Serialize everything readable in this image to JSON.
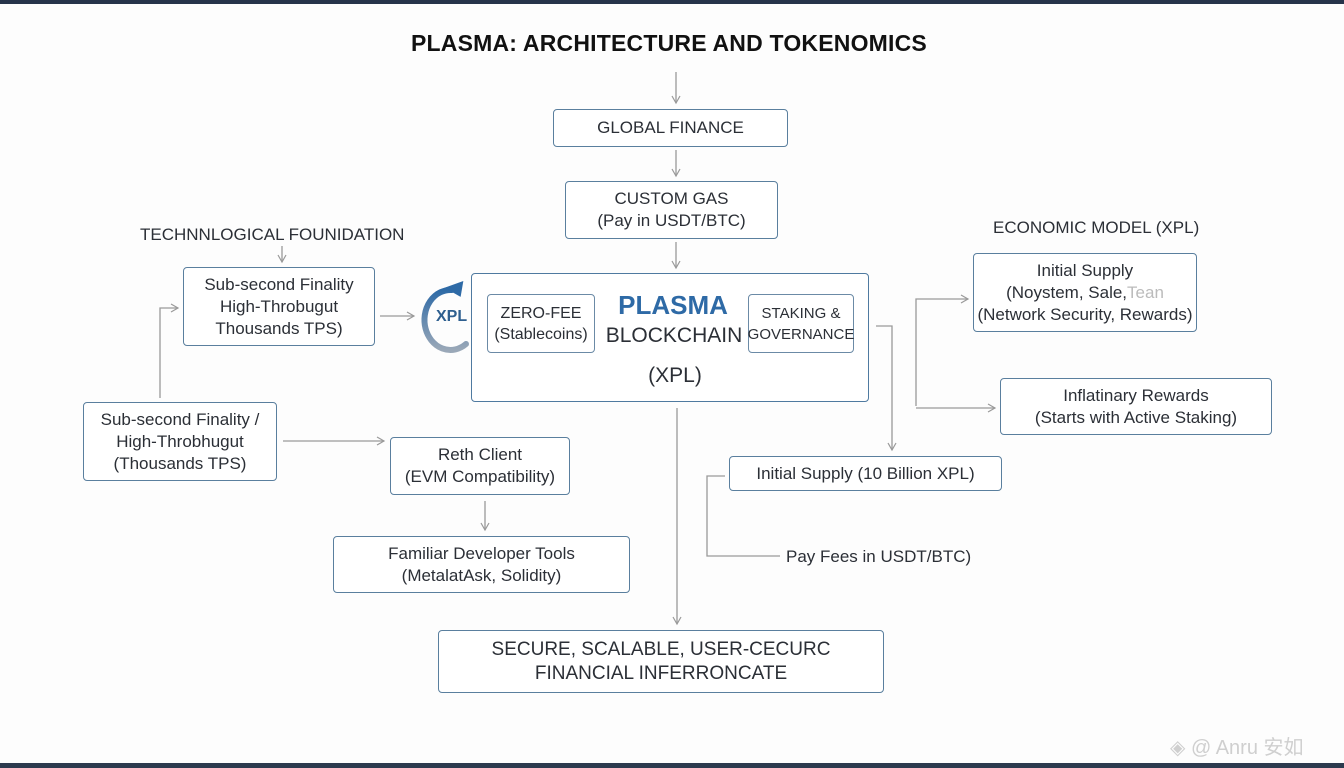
{
  "title": "PLASMA: ARCHITECTURE AND TOKENOMICS",
  "top_flow": {
    "global_finance": "GLOBAL FINANCE",
    "custom_gas": {
      "line1": "CUSTOM GAS",
      "line2": "(Pay in USDT/BTC)"
    }
  },
  "core": {
    "name": "PLASMA",
    "subtitle": "BLOCKCHAIN",
    "token": "(XPL)",
    "cycle_label": "XPL",
    "left_module": {
      "line1": "ZERO-FEE",
      "line2": "(Stablecoins)"
    },
    "right_module": {
      "line1": "STAKING &",
      "line2": "GOVERNANCE"
    }
  },
  "tech": {
    "heading": "TECHNNLOGICAL FOUNIDATION",
    "box1": {
      "line1": "Sub-second Finality",
      "line2": "High-Throbugut",
      "line3": "Thousands TPS)"
    },
    "box2": {
      "line1": "Sub-second Finality /",
      "line2": "High-Throbhugut",
      "line3": "(Thousands TPS)"
    },
    "reth": {
      "line1": "Reth Client",
      "line2": "(EVM Compatibility)"
    },
    "devtools": {
      "line1": "Familiar Developer Tools",
      "line2": "(MetalatAsk, Solidity)"
    }
  },
  "economic": {
    "heading": "ECONOMIC MODEL (XPL)",
    "initial_supply_box": {
      "line1": "Initial Supply",
      "line2a": "(Noystem, Sale,",
      "line2b": "Tean",
      "line3": "(Network Security, Rewards)"
    },
    "inflation": {
      "line1": "Inflatinary Rewards",
      "line2": "(Starts with Active Staking)"
    },
    "supply_total": "Initial Supply (10 Billion XPL)",
    "pay_fees": "Pay Fees in USDT/BTC)"
  },
  "outcome": {
    "line1": "SECURE, SCALABLE, USER-CECURC",
    "line2": "FINANCIAL INFERRONCATE"
  },
  "watermark": {
    "text": "@ Anru 安如"
  },
  "colors": {
    "accent": "#2e6aa6",
    "border": "#5a7f9e",
    "connector": "#9a9a9a",
    "frame": "#26344a"
  }
}
